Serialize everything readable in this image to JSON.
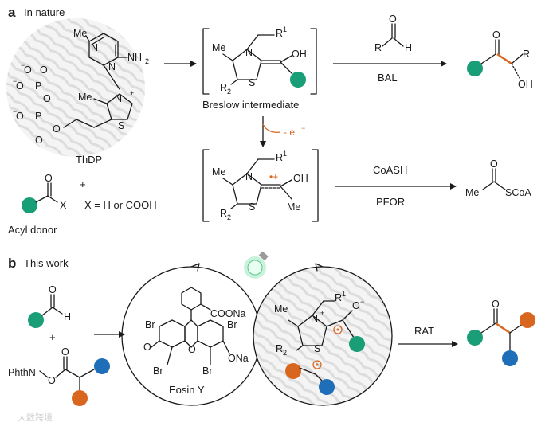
{
  "panel_a": {
    "letter": "a",
    "title": "In nature",
    "cofactor_label": "ThDP",
    "breslow_label": "Breslow intermediate",
    "electron_label": "- e",
    "bal_label": "BAL",
    "coash_label": "CoASH",
    "pfor_label": "PFOR",
    "acyl_donor_label": "Acyl donor",
    "x_def": "X = H or COOH",
    "plus": "+",
    "product_acyl": "SCoA",
    "me": "Me",
    "r": "R",
    "h": "H",
    "oh": "OH",
    "r1": "R",
    "r2": "R",
    "x": "X"
  },
  "panel_b": {
    "letter": "b",
    "title": "This work",
    "photocat_label": "Eosin Y",
    "rat_label": "RAT",
    "coona": "COONa",
    "ona": "ONa",
    "br": "Br",
    "phthn": "PhthN",
    "o": "O",
    "h": "H",
    "plus": "+"
  },
  "watermark": "大数跨境",
  "colors": {
    "green": "#1a9e77",
    "blue": "#1f6fb8",
    "orange": "#d9661f",
    "bulb": "#9be8c0"
  }
}
